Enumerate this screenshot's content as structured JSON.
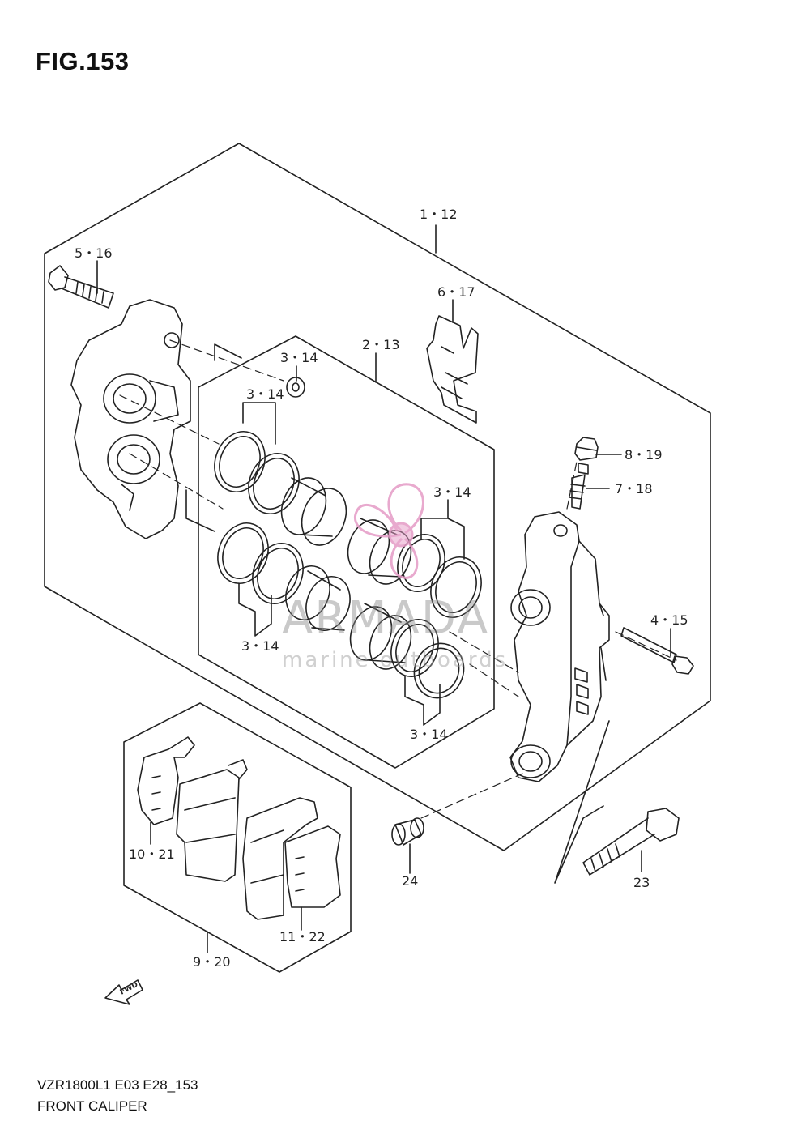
{
  "figure": {
    "title": "FIG.153",
    "model_line": "VZR1800L1 E03 E28_153",
    "caption": "FRONT CALIPER"
  },
  "callouts": {
    "c_1_12": "1・12",
    "c_5_16": "5・16",
    "c_6_17": "6・17",
    "c_2_13": "2・13",
    "c_3_14_top": "3・14",
    "c_3_14_left": "3・14",
    "c_3_14_right": "3・14",
    "c_3_14_bottom_left": "3・14",
    "c_3_14_bottom_right": "3・14",
    "c_8_19": "8・19",
    "c_7_18": "7・18",
    "c_4_15": "4・15",
    "c_10_21": "10・21",
    "c_11_22": "11・22",
    "c_9_20": "9・20",
    "c_24": "24",
    "c_23": "23"
  },
  "direction_marker": {
    "label": "FWD"
  },
  "watermark": {
    "brand": "ARMADA",
    "tagline": "marine outboards",
    "colors": {
      "logo": "#e59bc6",
      "text": "#8a8a8a"
    }
  },
  "colors": {
    "line": "#222222",
    "background": "#ffffff"
  }
}
